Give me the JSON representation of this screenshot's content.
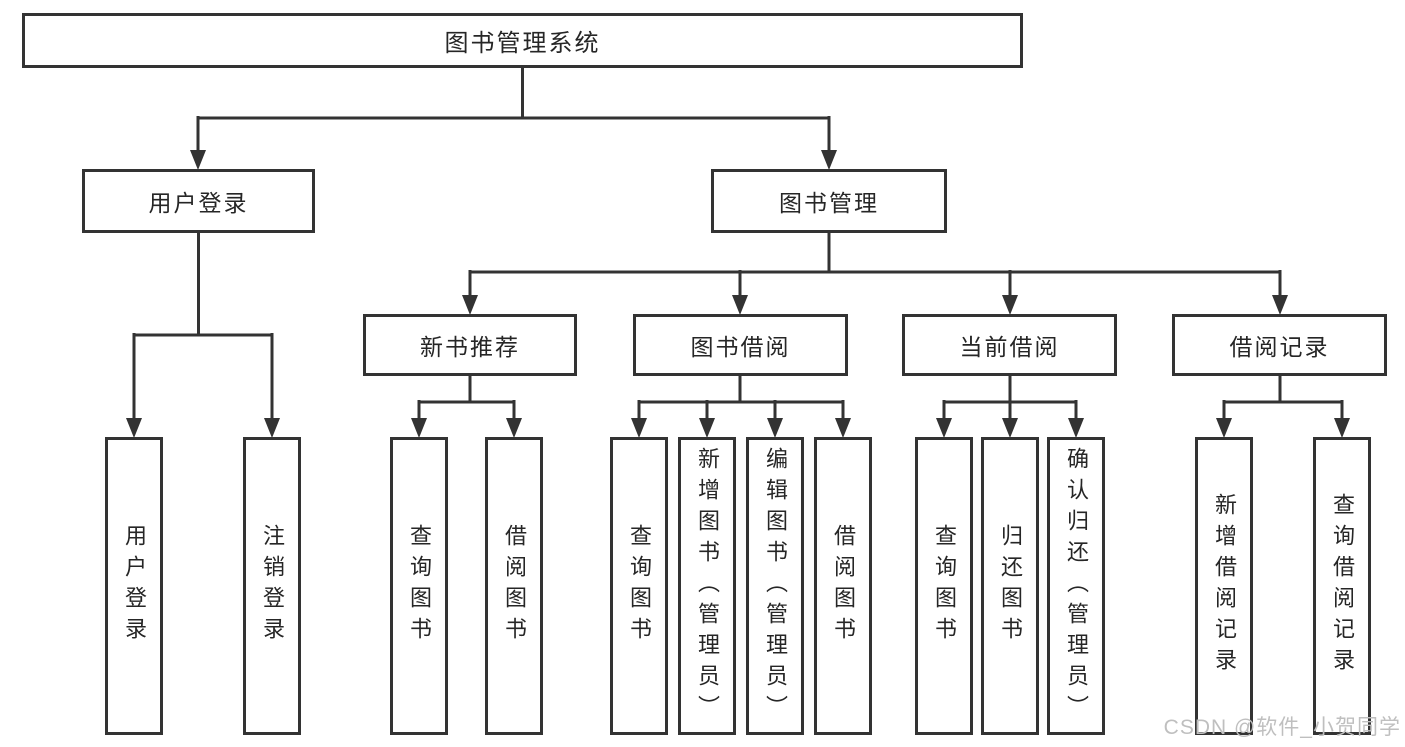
{
  "diagram": {
    "type": "hierarchy-diagram",
    "colors": {
      "line": "#333333",
      "box_border": "#333333",
      "box_fill": "#ffffff",
      "text": "#262626",
      "watermark": "#bfbfbf",
      "background": "#ffffff"
    },
    "tree": {
      "label": "图书管理系统",
      "children": [
        {
          "label": "用户登录",
          "children": [
            {
              "label": "用户登录"
            },
            {
              "label": "注销登录"
            }
          ]
        },
        {
          "label": "图书管理",
          "children": [
            {
              "label": "新书推荐",
              "children": [
                {
                  "label": "查询图书"
                },
                {
                  "label": "借阅图书"
                }
              ]
            },
            {
              "label": "图书借阅",
              "children": [
                {
                  "label": "查询图书"
                },
                {
                  "label": "新增图书（管理员）"
                },
                {
                  "label": "编辑图书（管理员）"
                },
                {
                  "label": "借阅图书"
                }
              ]
            },
            {
              "label": "当前借阅",
              "children": [
                {
                  "label": "查询图书"
                },
                {
                  "label": "归还图书"
                },
                {
                  "label": "确认归还（管理员）"
                }
              ]
            },
            {
              "label": "借阅记录",
              "children": [
                {
                  "label": "新增借阅记录"
                },
                {
                  "label": "查询借阅记录"
                }
              ]
            }
          ]
        }
      ]
    },
    "watermark": "CSDN @软件_小贺同学"
  }
}
